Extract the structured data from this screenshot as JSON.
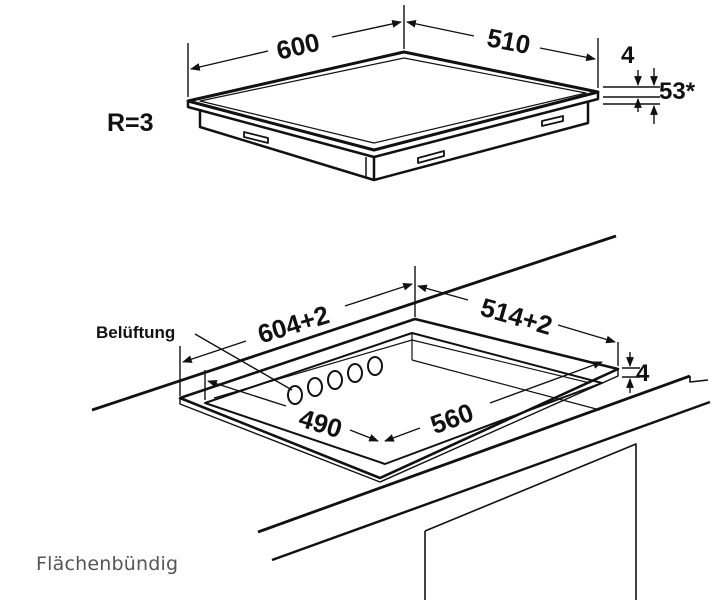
{
  "top_view": {
    "width": "600",
    "depth": "510",
    "glass_thickness": "4",
    "total_height": "53*",
    "corner_radius": "R=3"
  },
  "cutout_view": {
    "vent_label": "Belüftung",
    "cutout_width": "604+2",
    "cutout_depth": "514+2",
    "recess_depth": "4",
    "inner_width": "560",
    "inner_depth": "490"
  },
  "caption": "Flächenbündig"
}
